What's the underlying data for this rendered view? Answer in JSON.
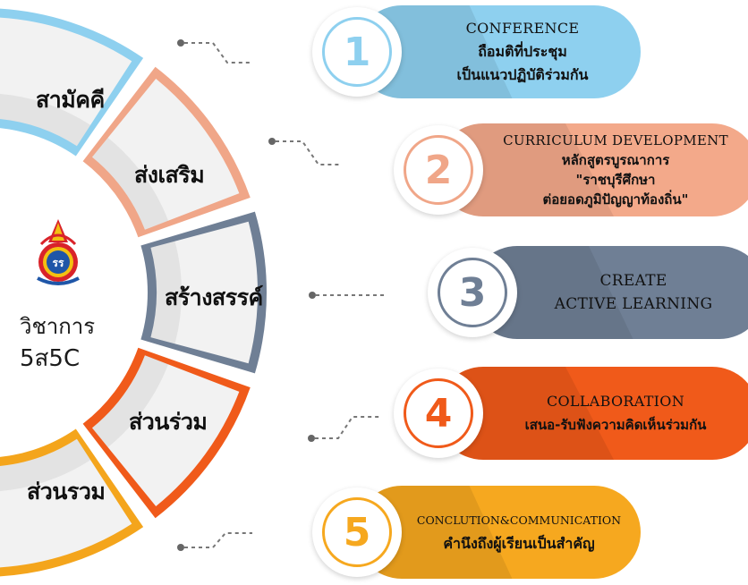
{
  "center": {
    "line1": "วิชาการ",
    "line2": "5ส5C",
    "logo_icon": "school-emblem-icon"
  },
  "segments": [
    {
      "label": "สามัคคี",
      "color": "#8ed0ef"
    },
    {
      "label": "ส่งเสริม",
      "color": "#f0a688"
    },
    {
      "label": "สร้างสรรค์",
      "color": "#6f7f95"
    },
    {
      "label": "ส่วนร่วม",
      "color": "#f05a1a"
    },
    {
      "label": "ส่วนรวม",
      "color": "#f4a51c"
    }
  ],
  "items": [
    {
      "number": "1",
      "title": "CONFERENCE",
      "lines": [
        "ถือมติที่ประชุม",
        "เป็นแนวปฏิบัติร่วมกัน"
      ],
      "color": "#8ed0ef",
      "num_color": "#8ed0ef"
    },
    {
      "number": "2",
      "title": "CURRICULUM DEVELOPMENT",
      "lines": [
        "หลักสูตรบูรณาการ",
        "\"ราชบุรีศึกษา",
        "ต่อยอดภูมิปัญญาท้องถิ่น\""
      ],
      "color": "#f3a98a",
      "num_color": "#f0a688"
    },
    {
      "number": "3",
      "title": "CREATE",
      "lines": [
        "ACTIVE LEARNING"
      ],
      "color": "#6f7f95",
      "num_color": "#6f7f95"
    },
    {
      "number": "4",
      "title": "COLLABORATION",
      "lines": [
        "เสนอ-รับฟังความคิดเห็นร่วมกัน"
      ],
      "color": "#f05a1a",
      "num_color": "#f05a1a"
    },
    {
      "number": "5",
      "title": "CONCLUTION&COMMUNICATION",
      "lines": [
        "คำนึงถึงผู้เรียนเป็นสำคัญ"
      ],
      "color": "#f6a81f",
      "num_color": "#f6a81f"
    }
  ]
}
